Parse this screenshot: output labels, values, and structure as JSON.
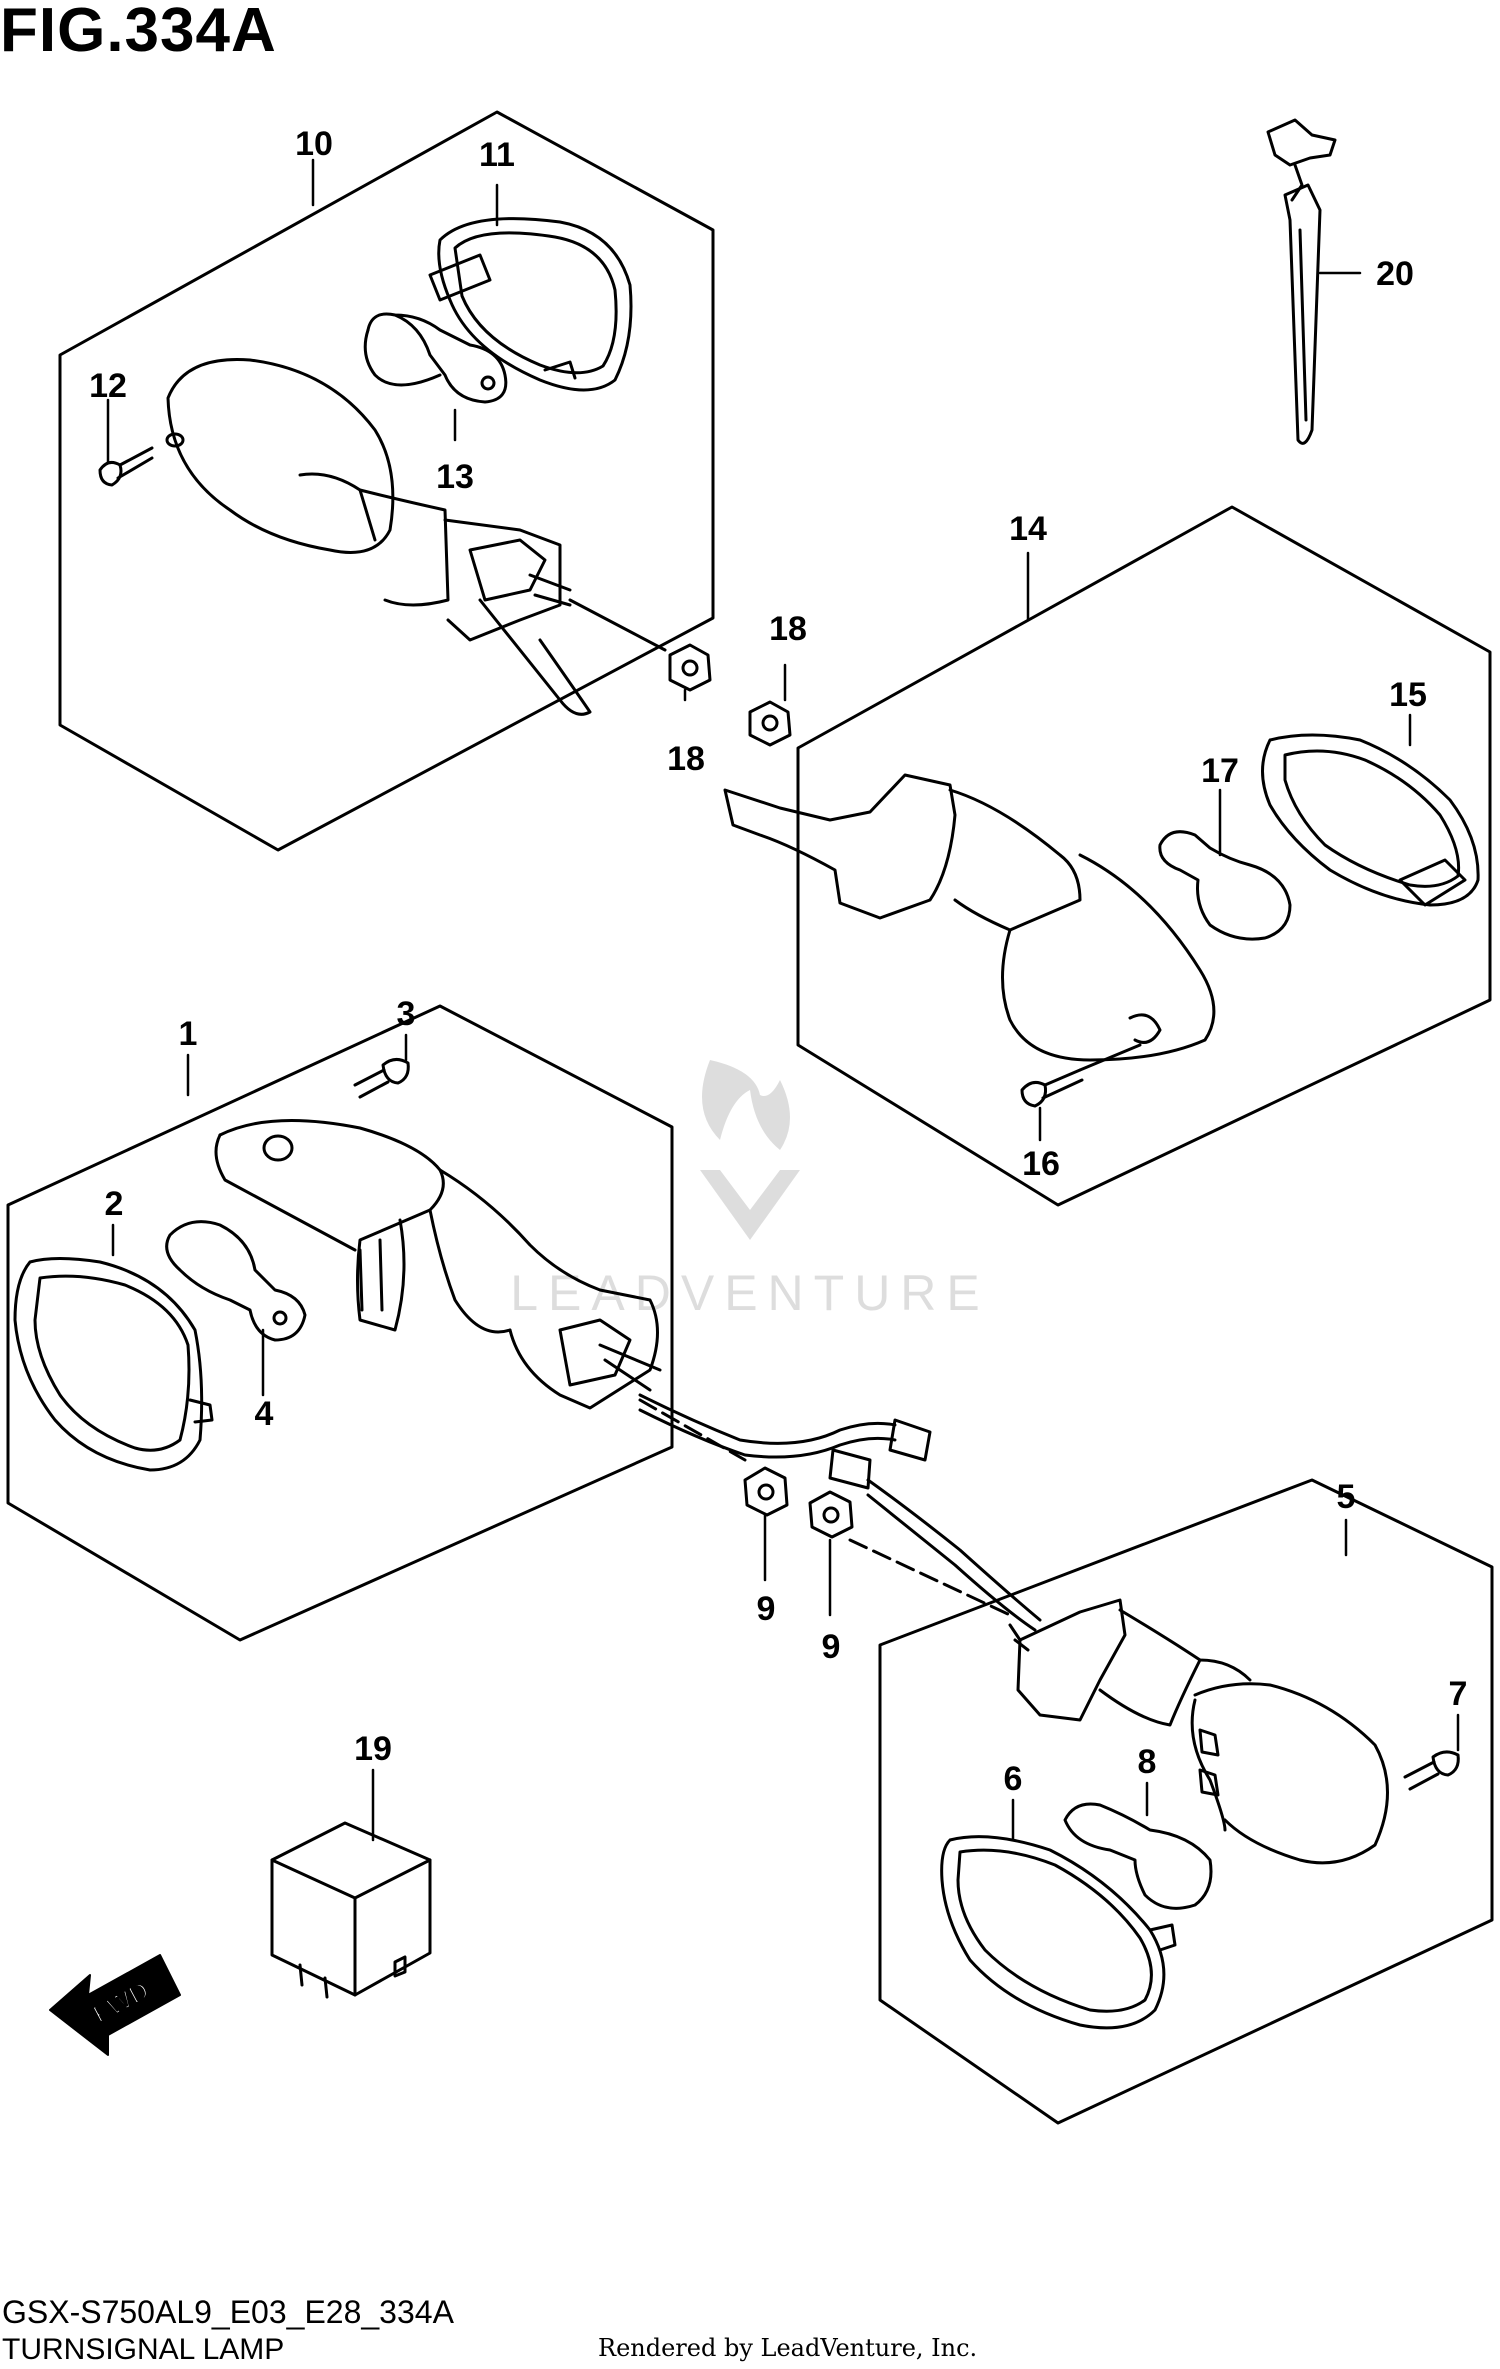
{
  "figure": {
    "title": "FIG.334A",
    "code": "GSX-S750AL9_E03_E28_334A",
    "name": "TURNSIGNAL LAMP",
    "credit": "Rendered by LeadVenture, Inc."
  },
  "watermark": {
    "text": "LEADVENTURE"
  },
  "fwd_label": "FWD",
  "callouts": [
    "1",
    "2",
    "3",
    "4",
    "5",
    "6",
    "7",
    "8",
    "9",
    "9",
    "10",
    "11",
    "12",
    "13",
    "14",
    "15",
    "16",
    "17",
    "18",
    "18",
    "19",
    "20"
  ]
}
